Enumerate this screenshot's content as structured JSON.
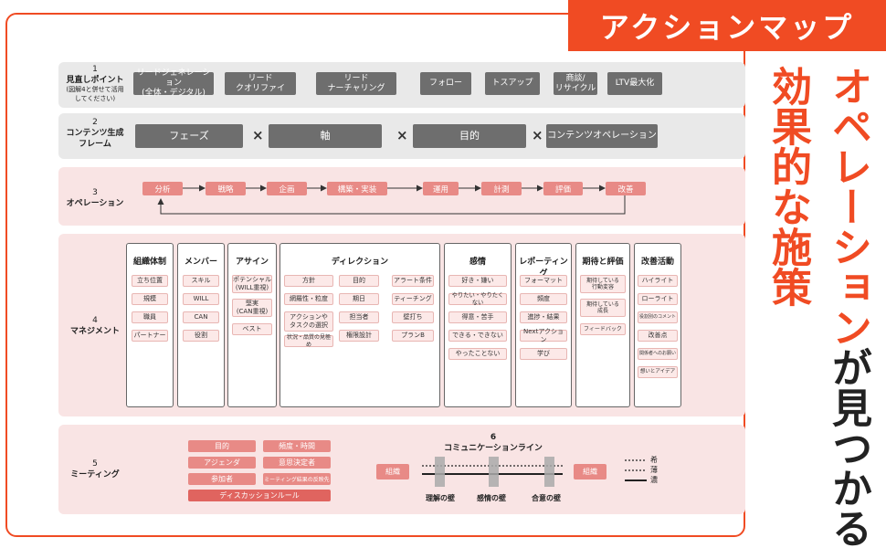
{
  "banner": "アクションマップ",
  "side_title": {
    "line1": "効果的な施策",
    "line2_red": "オペレーション",
    "line2_black": "が見つかる"
  },
  "row1": {
    "number": "1",
    "label": "見直しポイント",
    "sublabel1": "(図解4と併せて活用",
    "sublabel2": "してください)",
    "boxes": [
      {
        "l1": "リードジェネレーション",
        "l2": "(全体・デジタル)"
      },
      {
        "l1": "リード",
        "l2": "クオリファイ"
      },
      {
        "l1": "リード",
        "l2": "ナーチャリング"
      },
      {
        "l1": "フォロー",
        "l2": ""
      },
      {
        "l1": "トスアップ",
        "l2": ""
      },
      {
        "l1": "商談/",
        "l2": "リサイクル"
      },
      {
        "l1": "LTV最大化",
        "l2": ""
      }
    ]
  },
  "row2": {
    "number": "2",
    "label1": "コンテンツ生成",
    "label2": "フレーム",
    "boxes": [
      "フェーズ",
      "軸",
      "目的",
      "コンテンツオペレーション"
    ],
    "times": "×"
  },
  "row3": {
    "number": "3",
    "label": "オペレーション",
    "steps": [
      "分析",
      "戦略",
      "企画",
      "構築・実装",
      "運用",
      "計測",
      "評価",
      "改善"
    ]
  },
  "row4": {
    "number": "4",
    "label": "マネジメント",
    "columns": [
      {
        "title": "組織体制",
        "items": [
          "立ち位置",
          "規模",
          "職員",
          "パートナー"
        ]
      },
      {
        "title": "メンバー",
        "items": [
          "スキル",
          "WILL",
          "CAN",
          "役割"
        ]
      },
      {
        "title": "アサイン",
        "items": [
          "ポテンシャル\n(WILL重視)",
          "堅実\n(CAN重視)",
          "ベスト"
        ]
      },
      {
        "title": "ディレクション",
        "items_a": [
          "方針",
          "網羅性・粒度",
          "アクションや\nタスクの選択",
          "状況・品質の見極め"
        ],
        "items_b": [
          "目的",
          "期日",
          "担当者",
          "権限設計"
        ],
        "items_c": [
          "アラート条件",
          "ティーチング",
          "壁打ち",
          "プランB"
        ]
      },
      {
        "title": "感情",
        "items": [
          "好き・嫌い",
          "やりたい・やりたくない",
          "得意・苦手",
          "できる・できない",
          "やったことない"
        ]
      },
      {
        "title": "レポーティング",
        "items": [
          "フォーマット",
          "頻度",
          "進捗・結果",
          "Nextアクション",
          "学び"
        ]
      },
      {
        "title": "期待と評価",
        "items": [
          "期待している\n行動変容",
          "期待している\n成長",
          "フィードバック"
        ]
      },
      {
        "title": "改善活動",
        "items": [
          "ハイライト",
          "ローライト",
          "役割別のコメント",
          "改善点",
          "関係者へのお願い",
          "想いとアイデア"
        ]
      }
    ]
  },
  "row5": {
    "number": "5",
    "label": "ミーティング",
    "items_left": [
      "目的",
      "アジェンダ",
      "参加者"
    ],
    "items_right": [
      "頻度・時間",
      "意思決定者",
      "ミーティング結果の反映先"
    ],
    "bottom_item": "ディスカッションルール"
  },
  "comm": {
    "number": "6",
    "title": "コミュニケーションライン",
    "org_left": "組織",
    "org_right": "組織",
    "walls": [
      "理解の壁",
      "感情の壁",
      "合意の壁"
    ],
    "legend_thin": "希",
    "legend_mid": "薄",
    "legend_thick": "濃"
  }
}
